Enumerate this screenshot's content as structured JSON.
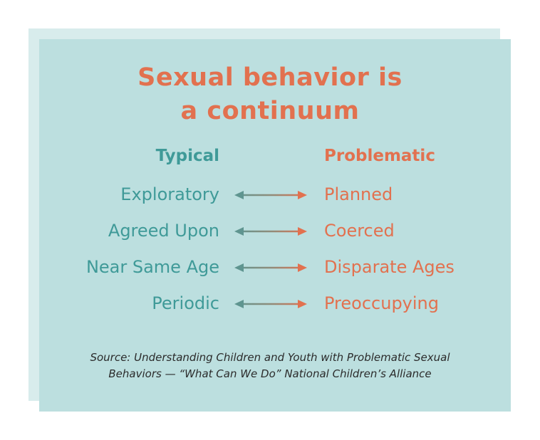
{
  "title": {
    "line1": "Sexual behavior is",
    "line2": "a continuum"
  },
  "columns": {
    "left_header": "Typical",
    "right_header": "Problematic"
  },
  "rows": [
    {
      "left": "Exploratory",
      "right": "Planned"
    },
    {
      "left": "Agreed Upon",
      "right": "Coerced"
    },
    {
      "left": "Near Same Age",
      "right": "Disparate Ages"
    },
    {
      "left": "Periodic",
      "right": "Preoccupying"
    }
  ],
  "source": {
    "line1": "Source: Understanding Children and Youth with Problematic Sexual",
    "line2": "Behaviors — “What Can We Do” National Children’s Alliance"
  },
  "colors": {
    "teal": "#3f9a98",
    "coral": "#e2714f",
    "card_background": "#bcdfdf",
    "back_panel": "#d8ecec"
  },
  "icons": {
    "row_connector": "double-headed-arrow-icon"
  }
}
